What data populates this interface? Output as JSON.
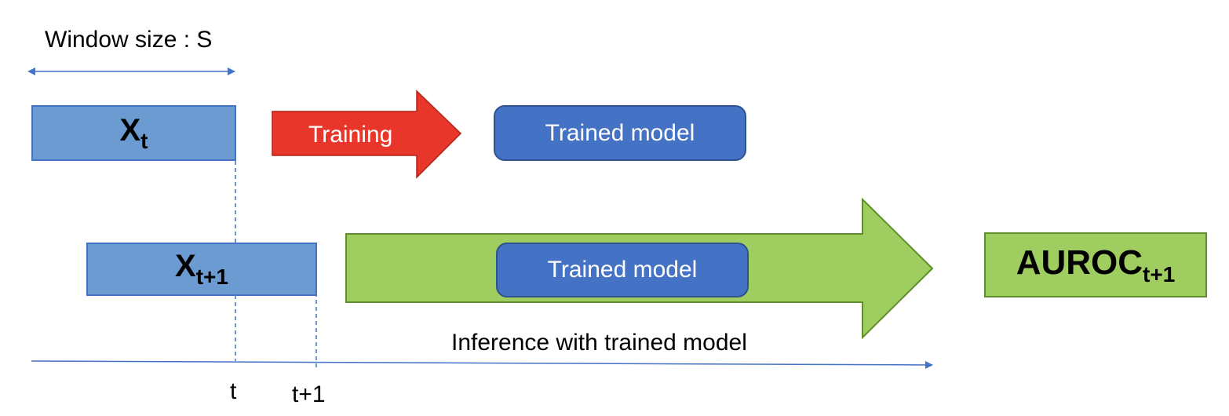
{
  "window_label": "Window size : S",
  "training": {
    "data_symbol": "X",
    "data_subscript": "t",
    "arrow_label": "Training",
    "model_label": "Trained model"
  },
  "inference": {
    "data_symbol": "X",
    "data_subscript": "t+1",
    "model_label": "Trained model",
    "caption": "Inference with trained model"
  },
  "result": {
    "metric": "AUROC",
    "subscript": "t+1"
  },
  "timeline": {
    "tick_t": "t",
    "tick_t1": "t+1"
  },
  "colors": {
    "data_box": "#6b9bd1",
    "model_box": "#4472c4",
    "training_arrow": "#e8372a",
    "inference_arrow": "#a0cd5f",
    "result_box": "#a0cd5f",
    "lines": "#4472c4"
  }
}
